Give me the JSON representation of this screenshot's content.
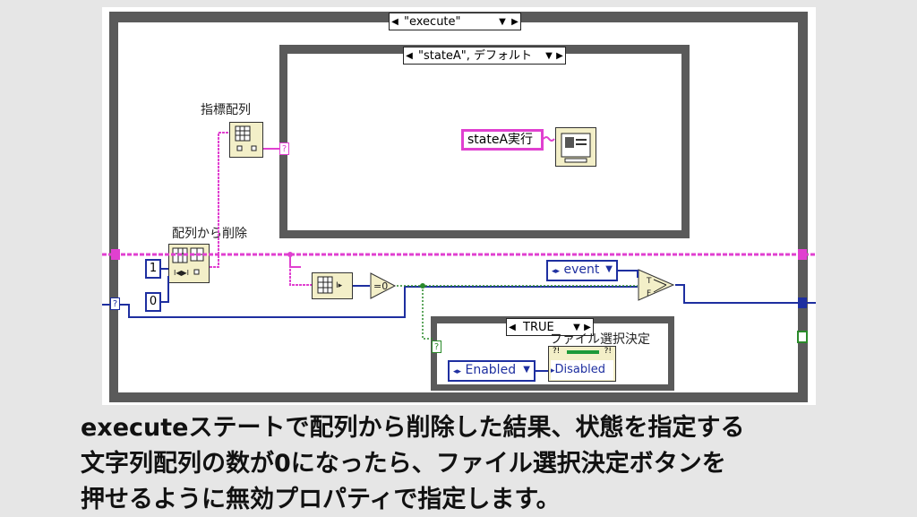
{
  "outer_case": {
    "selector": "\"execute\""
  },
  "inner_case": {
    "selector": "\"stateA\", デフォルト"
  },
  "labels": {
    "index_array": "指標配列",
    "delete_from_array": "配列から削除",
    "file_select": "ファイル選択決定"
  },
  "constants": {
    "one": "1",
    "zero": "0",
    "stateA_string": "stateA実行",
    "event_enum": "event",
    "enabled_enum": "Enabled",
    "disabled_prop": "Disabled",
    "eq_zero": "=0",
    "q_mark": "?"
  },
  "true_case": {
    "selector": "TRUE"
  },
  "caption": {
    "line1": "executeステートで配列から削除した結果、状態を指定する",
    "line2": "文字列配列の数が0になったら、ファイル選択決定ボタンを",
    "line3": "押せるように無効プロパティで指定します。"
  },
  "colors": {
    "string_wire": "#e040d0",
    "numeric_wire": "#1e2fa0",
    "bool_wire": "#2a8a2a",
    "frame": "#5a5a5a"
  }
}
